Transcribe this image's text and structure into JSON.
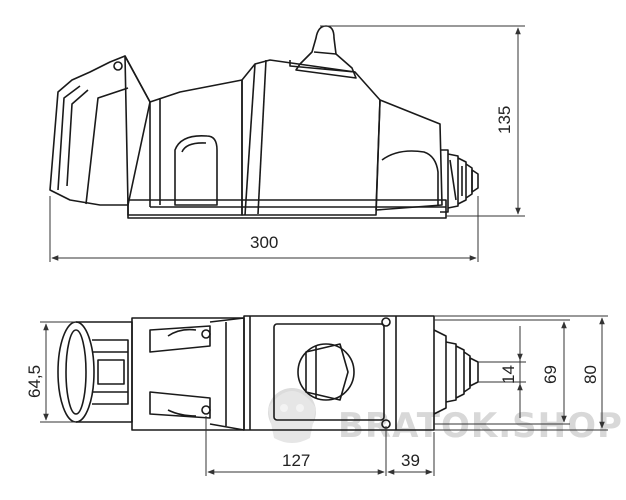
{
  "drawing": {
    "views": [
      "side",
      "top"
    ],
    "dimensions": {
      "overall_length": "300",
      "overall_height": "135",
      "front_width": "64,5",
      "length_127": "127",
      "length_39": "39",
      "cable_gland": "14",
      "housing_69": "69",
      "housing_80": "80"
    },
    "watermark": "BRATOK.SHOP",
    "colors": {
      "line": "#1a1a1a",
      "dim_line": "#333333",
      "watermark": "#d8d8d8"
    }
  }
}
